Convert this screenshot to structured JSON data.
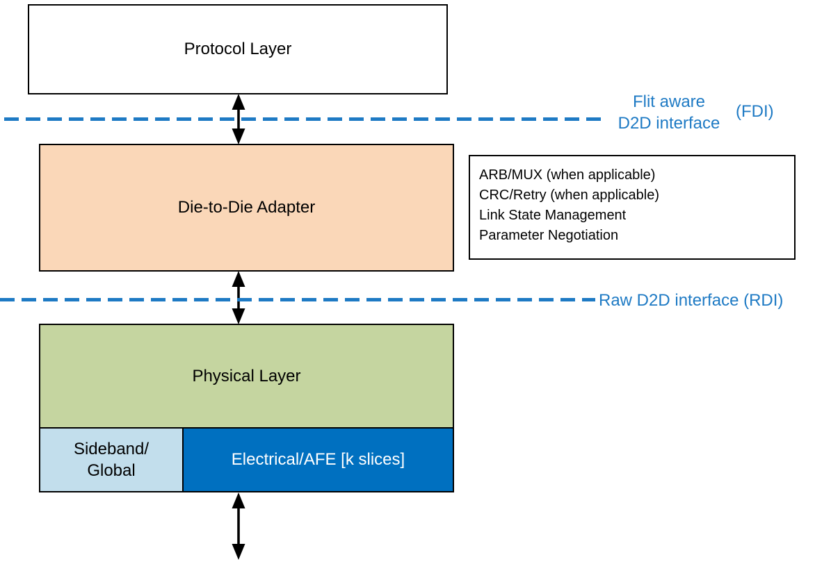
{
  "colors": {
    "interface_blue": "#1E7AC4",
    "adapter_fill": "#FAD7B8",
    "physical_fill": "#C5D5A0",
    "sideband_fill": "#C2DEEC",
    "electrical_fill": "#0070C0",
    "box_border": "#000000",
    "arrow_black": "#000000",
    "electrical_text": "#FFFFFF"
  },
  "boxes": {
    "protocol": {
      "label": "Protocol Layer"
    },
    "adapter": {
      "label": "Die-to-Die Adapter"
    },
    "adapter_functions": {
      "lines": [
        "ARB/MUX (when applicable)",
        "CRC/Retry (when applicable)",
        "Link State Management",
        "Parameter Negotiation"
      ]
    },
    "physical": {
      "label": "Physical Layer"
    },
    "sideband": {
      "label_line1": "Sideband/",
      "label_line2": "Global"
    },
    "electrical": {
      "label": "Electrical/AFE [k slices]"
    }
  },
  "interfaces": {
    "fdi": {
      "label_line1": "Flit aware",
      "label_line2": "D2D interface",
      "suffix": "(FDI)"
    },
    "rdi": {
      "label": "Raw D2D interface (RDI)"
    }
  }
}
